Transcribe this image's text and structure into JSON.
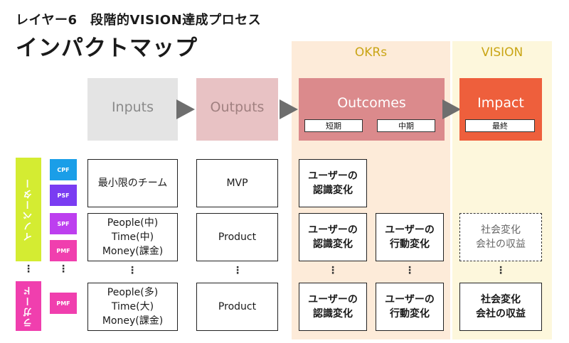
{
  "header": {
    "subtitle": "レイヤー6　段階的VISION達成プロセス",
    "title": "インパクトマップ"
  },
  "columns": {
    "okrs_label": "OKRs",
    "vision_label": "VISION"
  },
  "stages": {
    "inputs": "Inputs",
    "outputs": "Outputs",
    "outcomes": "Outcomes",
    "outcomes_short": "短期",
    "outcomes_mid": "中期",
    "impact": "Impact",
    "impact_final": "最終"
  },
  "side_labels": {
    "innovator": "イノベーター",
    "laggard": "ラガード"
  },
  "badges": {
    "cpf": "CPF",
    "psf": "PSF",
    "spf": "SPF",
    "pmf_1": "PMF",
    "pmf_2": "PMF"
  },
  "rows": {
    "r1": {
      "inputs": [
        "最小限のチーム"
      ],
      "outputs": [
        "MVP"
      ],
      "outcome_short": [
        "ユーザーの",
        "認識変化"
      ]
    },
    "r2": {
      "inputs": [
        "People(中)",
        "Time(中)",
        "Money(課金)"
      ],
      "outputs": [
        "Product"
      ],
      "outcome_short": [
        "ユーザーの",
        "認識変化"
      ],
      "outcome_mid": [
        "ユーザーの",
        "行動変化"
      ],
      "impact": [
        "社会変化",
        "会社の収益"
      ]
    },
    "r3": {
      "inputs": [
        "People(多)",
        "Time(大)",
        "Money(課金)"
      ],
      "outputs": [
        "Product"
      ],
      "outcome_short": [
        "ユーザーの",
        "認識変化"
      ],
      "outcome_mid": [
        "ユーザーの",
        "行動変化"
      ],
      "impact": [
        "社会変化",
        "会社の収益"
      ]
    }
  },
  "ellipsis": "⋮"
}
